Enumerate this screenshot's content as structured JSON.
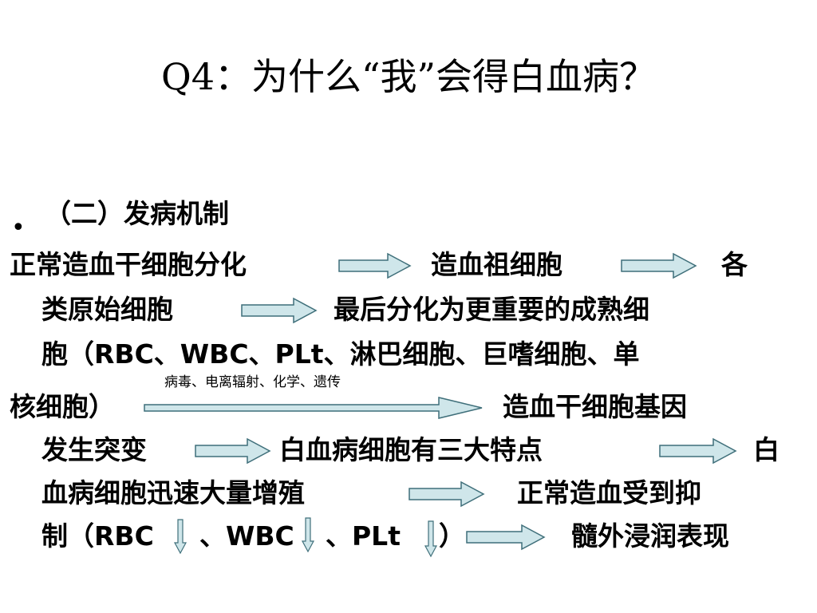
{
  "slide": {
    "title": "Q4：为什么“我”会得白血病？",
    "section_heading": "（二）发病机制",
    "arrow_color_fill": "#cfe6ea",
    "arrow_color_stroke": "#3f6f7a",
    "lines": {
      "l1a": "正常造血干细胞分化",
      "l1b": "造血祖细胞",
      "l1c": "各",
      "l2a": "类原始细胞",
      "l2b": "最后分化为更重要的成熟细",
      "l3": "胞（RBC、WBC、PLt、淋巴细胞、巨嗜细胞、单",
      "cause_label": "病毒、电离辐射、化学、遗传",
      "l4a": "核细胞）",
      "l4b": "造血干细胞基因",
      "l5a": "发生突变",
      "l5b": "白血病细胞有三大特点",
      "l5c": "白",
      "l6a": "血病细胞迅速大量增殖",
      "l6b": "正常造血受到抑",
      "l7a": "制（RBC",
      "l7b": "、WBC",
      "l7c": "、PLt",
      "l7d": "）",
      "l7e": "髓外浸润表现"
    }
  }
}
